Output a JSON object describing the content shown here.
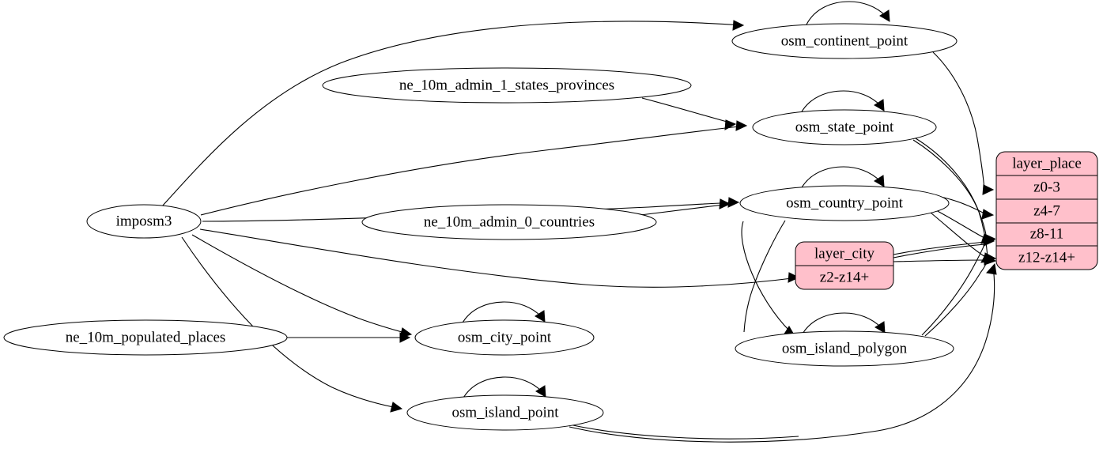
{
  "diagram": {
    "title": "osm place layer dependency graph",
    "background_color": "#ffffff",
    "node_fill_color": "#ffffff",
    "record_fill_color": "#ffc0cb",
    "edge_color": "#000000"
  },
  "nodes": {
    "imposm3": {
      "label": "imposm3",
      "shape": "ellipse"
    },
    "ne_states": {
      "label": "ne_10m_admin_1_states_provinces",
      "shape": "ellipse"
    },
    "ne_countries": {
      "label": "ne_10m_admin_0_countries",
      "shape": "ellipse"
    },
    "ne_populated": {
      "label": "ne_10m_populated_places",
      "shape": "ellipse"
    },
    "osm_continent_point": {
      "label": "osm_continent_point",
      "shape": "ellipse"
    },
    "osm_state_point": {
      "label": "osm_state_point",
      "shape": "ellipse"
    },
    "osm_country_point": {
      "label": "osm_country_point",
      "shape": "ellipse"
    },
    "osm_city_point": {
      "label": "osm_city_point",
      "shape": "ellipse"
    },
    "osm_island_point": {
      "label": "osm_island_point",
      "shape": "ellipse"
    },
    "osm_island_polygon": {
      "label": "osm_island_polygon",
      "shape": "ellipse"
    }
  },
  "records": {
    "layer_place": {
      "title": "layer_place",
      "rows": [
        "z0-3",
        "z4-7",
        "z8-11",
        "z12-z14+"
      ]
    },
    "layer_city": {
      "title": "layer_city",
      "rows": [
        "z2-z14+"
      ]
    }
  },
  "edges": [
    {
      "from": "imposm3",
      "to": "osm_continent_point"
    },
    {
      "from": "imposm3",
      "to": "osm_state_point"
    },
    {
      "from": "imposm3",
      "to": "osm_country_point"
    },
    {
      "from": "imposm3",
      "to": "layer_city.z2-z14+"
    },
    {
      "from": "imposm3",
      "to": "osm_city_point"
    },
    {
      "from": "imposm3",
      "to": "osm_island_point"
    },
    {
      "from": "ne_states",
      "to": "osm_state_point"
    },
    {
      "from": "ne_countries",
      "to": "osm_country_point"
    },
    {
      "from": "ne_populated",
      "to": "osm_city_point"
    },
    {
      "from": "osm_continent_point",
      "to": "osm_continent_point"
    },
    {
      "from": "osm_state_point",
      "to": "osm_state_point"
    },
    {
      "from": "osm_country_point",
      "to": "osm_country_point"
    },
    {
      "from": "osm_city_point",
      "to": "osm_city_point"
    },
    {
      "from": "osm_island_point",
      "to": "osm_island_point"
    },
    {
      "from": "osm_island_polygon",
      "to": "osm_island_polygon"
    },
    {
      "from": "osm_continent_point",
      "to": "layer_place.z0-3"
    },
    {
      "from": "osm_state_point",
      "to": "layer_place.z8-11"
    },
    {
      "from": "osm_state_point",
      "to": "layer_place.z12-z14+"
    },
    {
      "from": "osm_country_point",
      "to": "layer_place.z4-7"
    },
    {
      "from": "osm_country_point",
      "to": "layer_place.z8-11"
    },
    {
      "from": "osm_country_point",
      "to": "layer_place.z12-z14+"
    },
    {
      "from": "osm_country_point",
      "to": "osm_island_polygon"
    },
    {
      "from": "layer_city",
      "to": "layer_place.z8-11"
    },
    {
      "from": "layer_city",
      "to": "layer_place.z12-z14+"
    },
    {
      "from": "osm_island_polygon",
      "to": "layer_place.z8-11"
    },
    {
      "from": "osm_island_polygon",
      "to": "layer_place.z12-z14+"
    },
    {
      "from": "osm_island_point",
      "to": "layer_place.z12-z14+"
    }
  ]
}
